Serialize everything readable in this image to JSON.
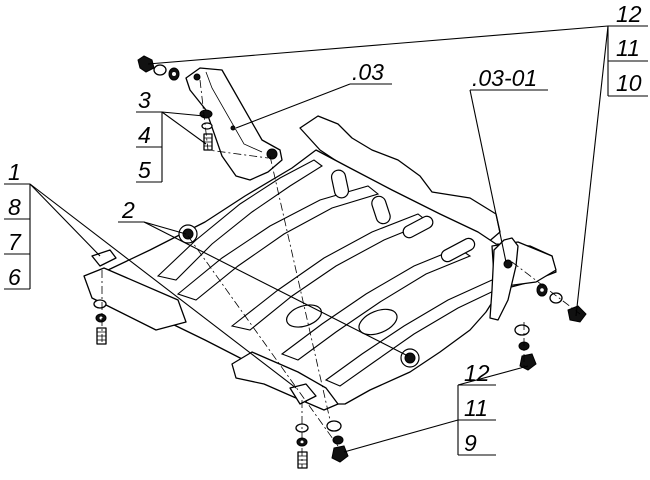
{
  "labels": {
    "part_03": ".03",
    "part_03_01": ".03-01",
    "l1": "1",
    "l2": "2",
    "l3": "3",
    "l4": "4",
    "l5": "5",
    "l6": "6",
    "l7": "7",
    "l8": "8",
    "l9": "9",
    "l10": "10",
    "l11_top": "11",
    "l12_top": "12",
    "l11_bottom": "11",
    "l12_bottom": "12"
  }
}
